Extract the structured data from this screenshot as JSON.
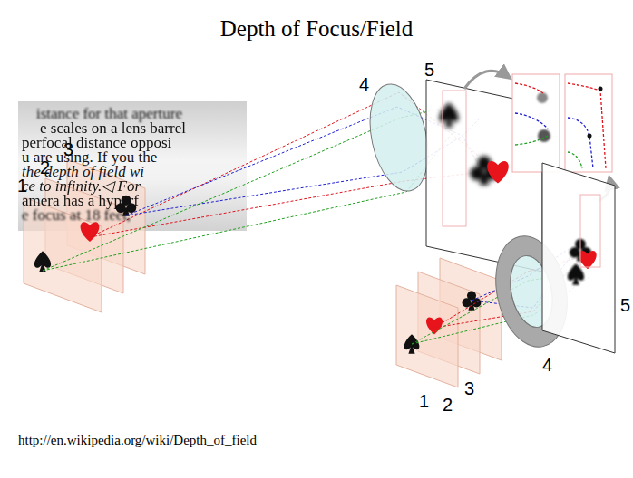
{
  "diagram": {
    "title": "Depth of Focus/Field",
    "caption": "http://en.wikipedia.org/wiki/Depth_of_field",
    "labels": [
      "5",
      "4",
      "3",
      "2",
      "1",
      "istance for that aperture",
      "e scales on a lens barrel",
      "perfocal distance opposi",
      "u are using. If you the",
      "the depth of field wi",
      "ce to infinity.◁ For",
      "amera has a hyperf",
      "e focus at 18 feet,",
      "5",
      "4",
      "1",
      "2",
      "3"
    ]
  }
}
